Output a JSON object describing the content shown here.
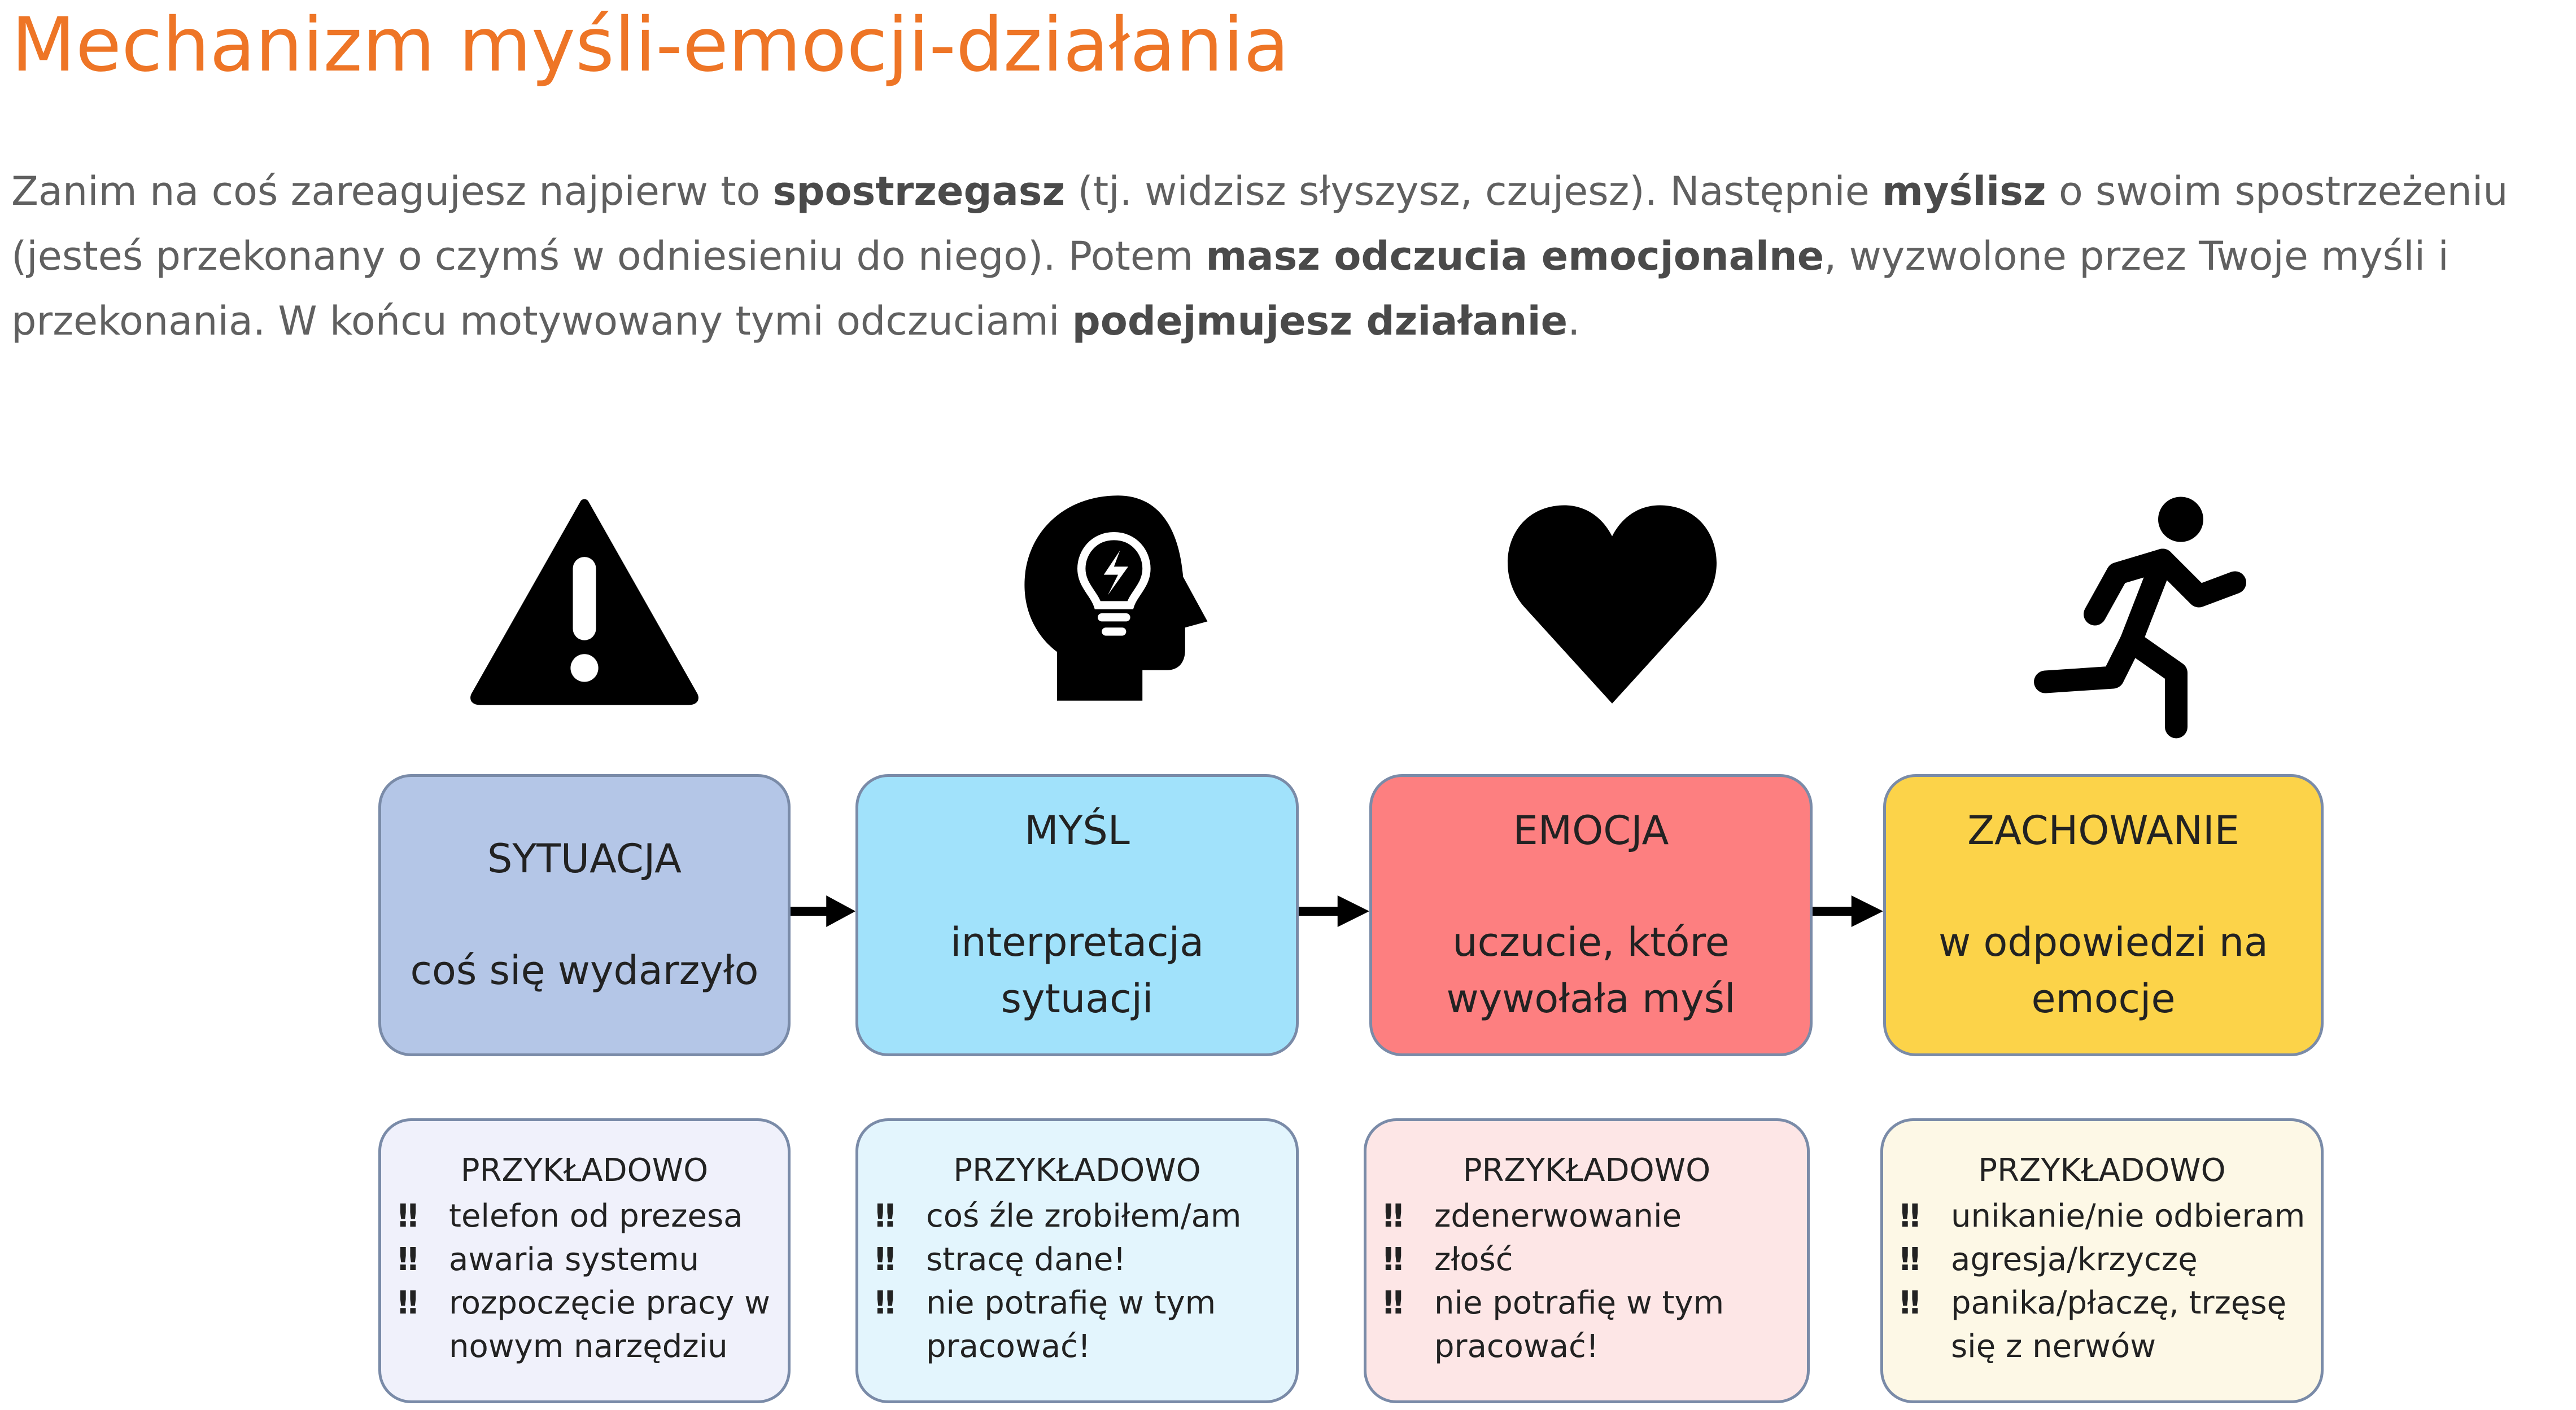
{
  "title": "Mechanizm myśli-emocji-działania",
  "intro": [
    {
      "text": "Zanim na coś zareagujesz najpierw to ",
      "bold": false
    },
    {
      "text": "spostrzegasz",
      "bold": true
    },
    {
      "text": " (tj. widzisz słyszysz, czujesz). Następnie ",
      "bold": false
    },
    {
      "text": "myślisz",
      "bold": true
    },
    {
      "text": " o swoim spostrzeżeniu (jesteś przekonany o czymś w odniesieniu do niego). Potem ",
      "bold": false
    },
    {
      "text": "masz odczucia emocjonalne",
      "bold": true
    },
    {
      "text": ", wyzwolone przez Twoje myśli i przekonania. W końcu motywowany tymi odczuciami ",
      "bold": false
    },
    {
      "text": "podejmujesz działanie",
      "bold": true
    },
    {
      "text": ".",
      "bold": false
    }
  ],
  "stages": [
    {
      "icon": "warning-icon",
      "title": "SYTUACJA",
      "description": "coś się wydarzyło",
      "color": "#b4c6e7",
      "example_color": "#f0f1fb",
      "example_heading": "PRZYKŁADOWO",
      "bullet": "‼",
      "examples": [
        "telefon od prezesa",
        "awaria systemu",
        "rozpoczęcie pracy w\nnowym narzędziu"
      ]
    },
    {
      "icon": "head-lightbulb-icon",
      "title": "MYŚL",
      "description": "interpretacja\nsytuacji",
      "color": "#a1e2fb",
      "example_color": "#e3f5fd",
      "example_heading": "PRZYKŁADOWO",
      "bullet": "‼",
      "examples": [
        "coś źle zrobiłem/am",
        "stracę dane!",
        "nie potrafię w tym\npracować!"
      ]
    },
    {
      "icon": "heart-icon",
      "title": "EMOCJA",
      "description": "uczucie, które\nwywołała myśl",
      "color": "#fd7f80",
      "example_color": "#fde6e6",
      "example_heading": "PRZYKŁADOWO",
      "bullet": "‼",
      "examples": [
        "zdenerwowanie",
        "złość",
        "nie potrafię w tym\npracować!"
      ]
    },
    {
      "icon": "running-person-icon",
      "title": "ZACHOWANIE",
      "description": "w odpowiedzi na\nemocje",
      "color": "#fcd349",
      "example_color": "#fdf8e6",
      "example_heading": "PRZYKŁADOWO",
      "bullet": "‼",
      "examples": [
        "unikanie/nie odbieram",
        "agresja/krzyczę",
        "panika/płaczę, trzęsę\nsię z nerwów"
      ]
    }
  ]
}
